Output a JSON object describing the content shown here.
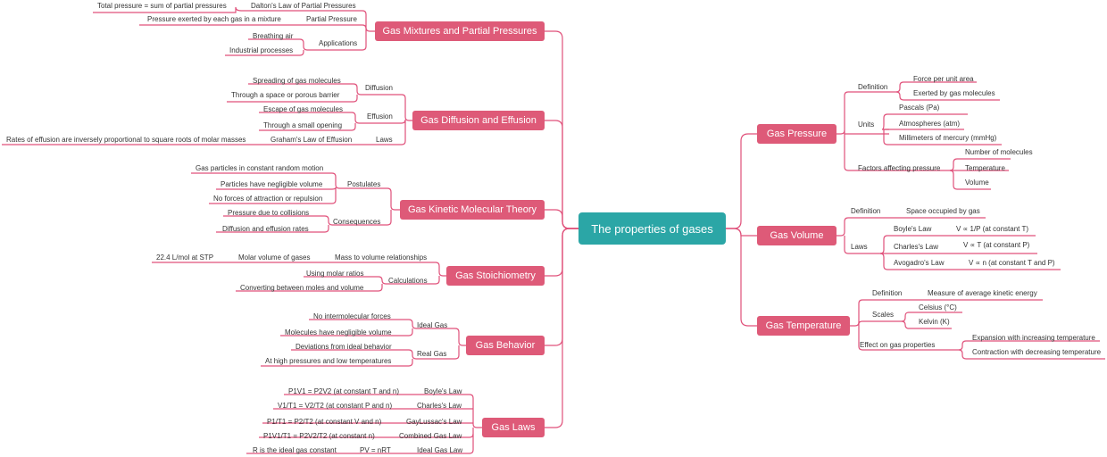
{
  "colors": {
    "root": "#2ba6a6",
    "branch": "#de5a78",
    "line": "#e0507a"
  },
  "root": "The properties of gases",
  "branches": {
    "gas_pressure": "Gas Pressure",
    "gas_volume": "Gas Volume",
    "gas_temperature": "Gas Temperature",
    "gas_mixtures": "Gas Mixtures and Partial Pressures",
    "gas_diffusion": "Gas Diffusion and Effusion",
    "kinetic_theory": "Gas Kinetic Molecular Theory",
    "stoichiometry": "Gas Stoichiometry",
    "gas_behavior": "Gas Behavior",
    "gas_laws": "Gas Laws"
  },
  "pressure": {
    "definition": "Definition",
    "force": "Force per unit area",
    "exerted": "Exerted by gas molecules",
    "units": "Units",
    "pascals": "Pascals (Pa)",
    "atm": "Atmospheres (atm)",
    "mmhg": "Millimeters of mercury (mmHg)",
    "factors": "Factors affecting pressure",
    "number": "Number of molecules",
    "temperature": "Temperature",
    "volume": "Volume"
  },
  "volume": {
    "definition": "Definition",
    "space": "Space occupied by gas",
    "laws": "Laws",
    "boyle": "Boyle's Law",
    "boyle_eq": "V ∝ 1/P (at constant T)",
    "charles": "Charles's Law",
    "charles_eq": "V ∝ T (at constant P)",
    "avogadro": "Avogadro's Law",
    "avogadro_eq": "V ∝ n (at constant T and P)"
  },
  "temperature": {
    "definition": "Definition",
    "measure": "Measure of average kinetic energy",
    "scales": "Scales",
    "celsius": "Celsius (°C)",
    "kelvin": "Kelvin (K)",
    "effect": "Effect on gas properties",
    "expansion": "Expansion with increasing temperature",
    "contraction": "Contraction with decreasing temperature"
  },
  "mixtures": {
    "dalton": "Dalton's Law of Partial Pressures",
    "total": "Total pressure = sum of partial pressures",
    "partial": "Partial Pressure",
    "exerted": "Pressure exerted by each gas in a mixture",
    "applications": "Applications",
    "breathing": "Breathing air",
    "industrial": "Industrial processes"
  },
  "diffusion": {
    "diffusion": "Diffusion",
    "spreading": "Spreading of gas molecules",
    "through_space": "Through a space or porous barrier",
    "effusion": "Effusion",
    "escape": "Escape of gas molecules",
    "through_opening": "Through a small opening",
    "laws": "Laws",
    "graham": "Graham's Law of Effusion",
    "rates": "Rates of effusion are inversely proportional to square roots of molar masses"
  },
  "kinetic": {
    "postulates": "Postulates",
    "motion": "Gas particles in constant random motion",
    "negligible": "Particles have negligible volume",
    "no_forces": "No forces of attraction or repulsion",
    "consequences": "Consequences",
    "collisions": "Pressure due to collisions",
    "rates": "Diffusion and effusion rates"
  },
  "stoich": {
    "mass_volume": "Mass to volume relationships",
    "molar_volume": "Molar volume of gases",
    "stp": "22.4 L/mol at STP",
    "calculations": "Calculations",
    "ratios": "Using molar ratios",
    "converting": "Converting between moles and volume"
  },
  "behavior": {
    "ideal": "Ideal Gas",
    "no_forces": "No intermolecular forces",
    "negligible": "Molecules have negligible volume",
    "real": "Real Gas",
    "deviations": "Deviations from ideal behavior",
    "high": "At high pressures and low temperatures"
  },
  "laws": {
    "boyle": "Boyle's Law",
    "boyle_eq": "P1V1 = P2V2 (at constant T and n)",
    "charles": "Charles's Law",
    "charles_eq": "V1/T1 = V2/T2 (at constant P and n)",
    "gaylussac": "GayLussac's Law",
    "gaylussac_eq": "P1/T1 = P2/T2 (at constant V and n)",
    "combined": "Combined Gas Law",
    "combined_eq": "P1V1/T1 = P2V2/T2 (at constant n)",
    "ideal": "Ideal Gas Law",
    "ideal_eq": "PV = nRT",
    "r_const": "R is the ideal gas constant"
  }
}
